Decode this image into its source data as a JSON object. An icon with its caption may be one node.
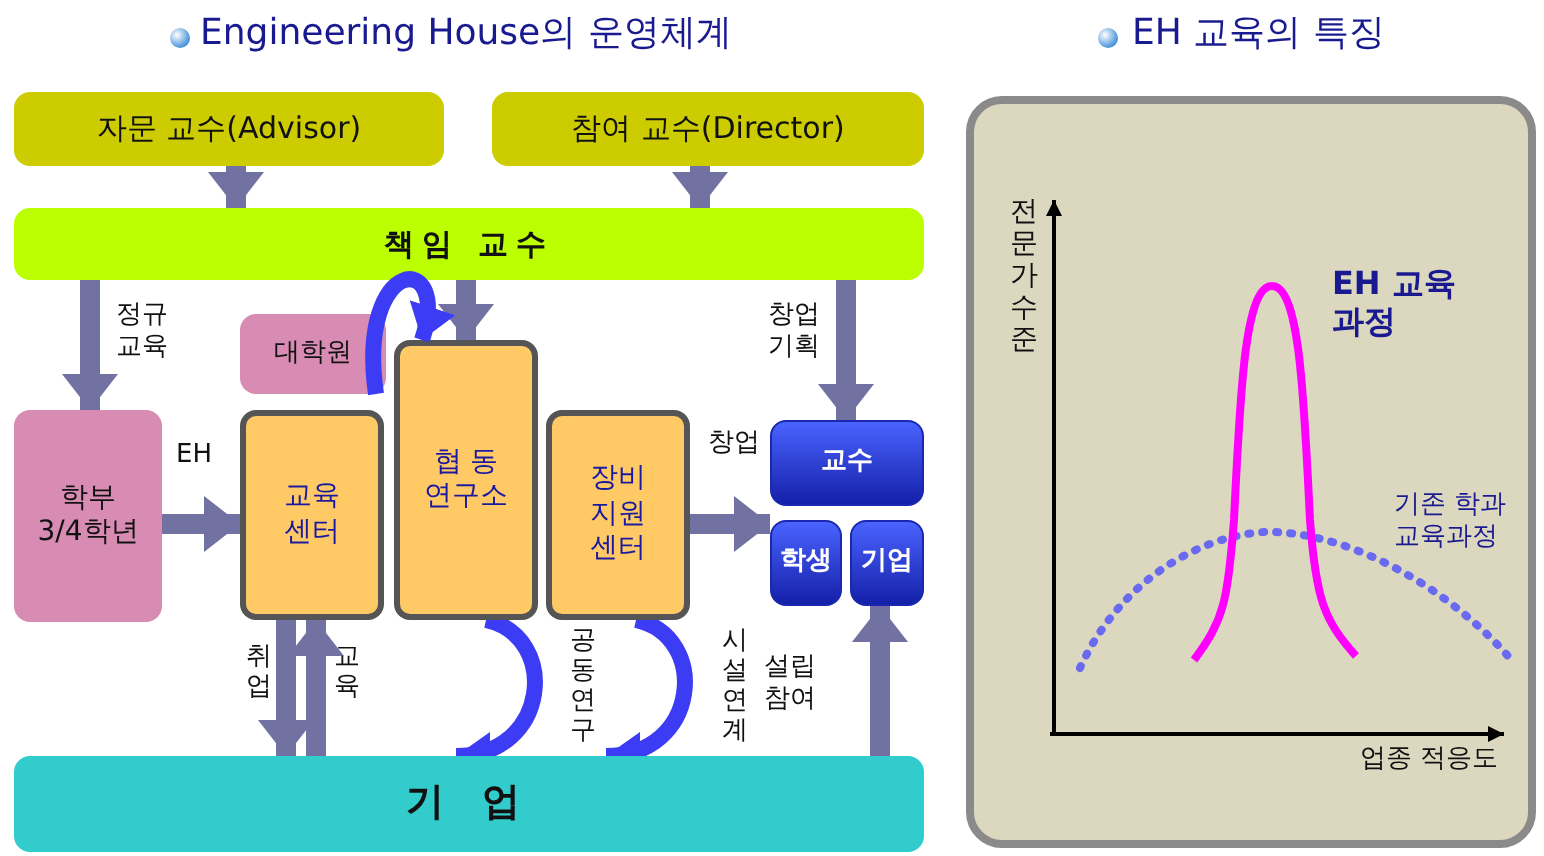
{
  "diagram": {
    "title": "Engineering House의 운영체계",
    "nodes": [
      {
        "text": [
          "자문 교수(Advisor)"
        ]
      },
      {
        "text": [
          "참여 교수(Director)"
        ]
      },
      {
        "text": [
          "책임 교수"
        ]
      },
      {
        "text": [
          "대학원"
        ]
      },
      {
        "text": [
          "학부 3/4학년"
        ]
      },
      {
        "text": [
          "교육 센터"
        ]
      },
      {
        "text": [
          "협 동 연구소"
        ]
      },
      {
        "text": [
          "장비 지원 센터"
        ]
      },
      {
        "text": [
          "교수"
        ]
      },
      {
        "text": [
          "학생"
        ]
      },
      {
        "text": [
          "기업"
        ]
      },
      {
        "text": [
          "기 업"
        ]
      }
    ],
    "edges": [
      {
        "from": 0,
        "to": 2,
        "arrow": "to"
      },
      {
        "from": 1,
        "to": 2,
        "arrow": "to"
      },
      {
        "from": 2,
        "to": 4,
        "arrow": "to",
        "label": "정규 교육"
      },
      {
        "from": 2,
        "to": 6,
        "arrow": "to"
      },
      {
        "from": 2,
        "to": 8,
        "arrow": "to",
        "label": "창업 기획"
      },
      {
        "from": 4,
        "to": 5,
        "arrow": "to",
        "label": "EH"
      },
      {
        "from": 7,
        "to": 9,
        "arrow": "to",
        "label": "창업"
      },
      {
        "from": 5,
        "to": 11,
        "arrow": "to",
        "label": "취업"
      },
      {
        "from": 11,
        "to": 5,
        "arrow": "to",
        "label": "교육"
      },
      {
        "from": 11,
        "to": 10,
        "arrow": "to",
        "label": "설립 참여"
      },
      {
        "from": 3,
        "to": 6,
        "arrow": "to",
        "color": "#3c3cf5"
      },
      {
        "from": 6,
        "to": 11,
        "arrow": "to",
        "label": "공동 연구",
        "color": "#3c3cf5"
      },
      {
        "from": 7,
        "to": 11,
        "arrow": "to",
        "label": "시설 연계",
        "color": "#3c3cf5"
      }
    ],
    "labels": [
      "EH 교육의 특징",
      "전문가 수준",
      "EH 교육과정",
      "기존 학과 교육과정",
      "업종 적응도"
    ]
  }
}
